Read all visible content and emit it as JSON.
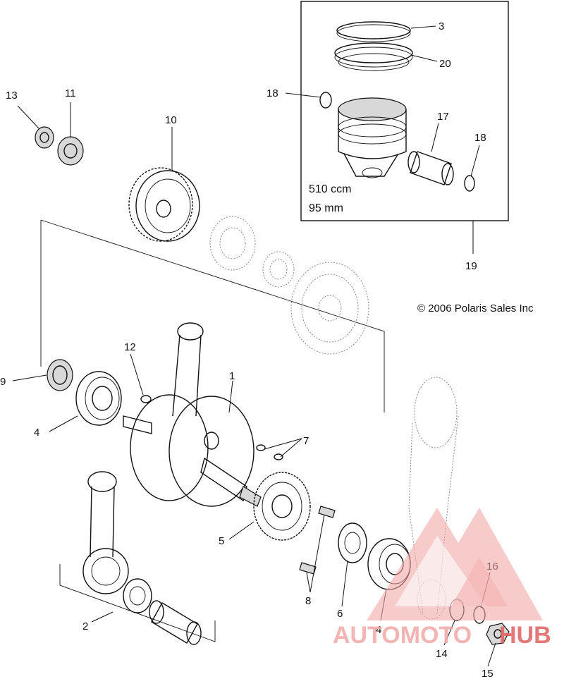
{
  "callouts": {
    "c1": "1",
    "c2": "2",
    "c3": "3",
    "c4a": "4",
    "c4b": "4",
    "c5": "5",
    "c6": "6",
    "c7": "7",
    "c8": "8",
    "c9": "9",
    "c10": "10",
    "c11": "11",
    "c12": "12",
    "c13": "13",
    "c14": "14",
    "c15": "15",
    "c16": "16",
    "c17": "17",
    "c18a": "18",
    "c18b": "18",
    "c19": "19",
    "c20": "20"
  },
  "piston_box": {
    "displacement": "510 ccm",
    "bore": "95 mm"
  },
  "copyright": "© 2006 Polaris Sales Inc",
  "watermark": {
    "logo_text_a": "AUTOMOTO",
    "logo_text_b": "HUB",
    "color_light": "#f4a8a8",
    "color_dark": "#e06060"
  }
}
